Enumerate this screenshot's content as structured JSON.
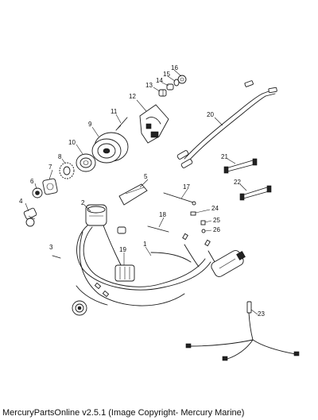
{
  "callouts": {
    "c1": "1",
    "c2": "2",
    "c3": "3",
    "c4": "4",
    "c5": "5",
    "c6": "6",
    "c7": "7",
    "c8": "8",
    "c9": "9",
    "c10": "10",
    "c11": "11",
    "c12": "12",
    "c13": "13",
    "c14": "14",
    "c15": "15",
    "c16": "16",
    "c17": "17",
    "c18": "18",
    "c19": "19",
    "c20": "20",
    "c21": "21",
    "c22": "22",
    "c23": "23",
    "c24": "24",
    "c25": "25",
    "c26": "26"
  },
  "footer": {
    "text": "MercuryPartsOnline v2.5.1 (Image Copyright- Mercury Marine)"
  }
}
